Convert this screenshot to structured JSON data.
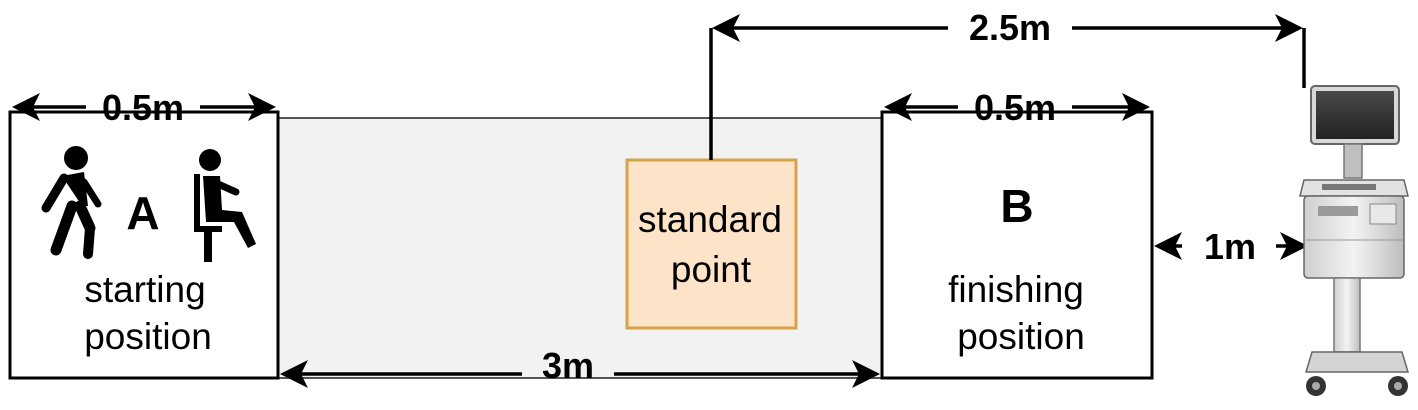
{
  "diagram": {
    "start_box": {
      "width_label": "0.5m",
      "letter": "A",
      "caption_line1": "starting",
      "caption_line2": "position"
    },
    "standard_point": {
      "line1": "standard",
      "line2": "point",
      "fill": "#fde3c8",
      "border": "#d6a24a"
    },
    "finish_box": {
      "width_label": "0.5m",
      "letter": "B",
      "caption_line1": "finishing",
      "caption_line2": "position"
    },
    "walkway_fill": "#f2f2f2",
    "walkway_length_label": "3m",
    "monitor_distance_label": "2.5m",
    "cart_gap_label": "1m",
    "icons": [
      "walking-person-icon",
      "seated-person-icon",
      "medical-cart-icon"
    ]
  }
}
